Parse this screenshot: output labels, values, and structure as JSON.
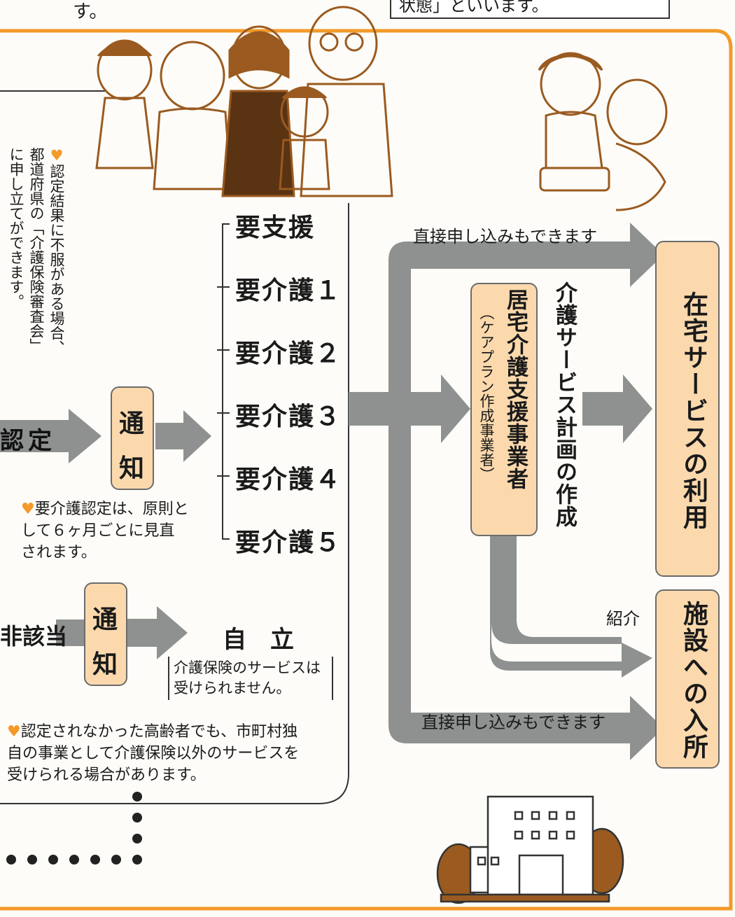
{
  "top_fragment": {
    "left_char": "す。",
    "right_text": "状態」といいます。"
  },
  "note_appeal": {
    "text": "認定結果に不服がある場合、都道府県の「介護保険審査会」に申し立てができます。"
  },
  "certification": {
    "label": "認定"
  },
  "notice_labels": [
    "通",
    "知"
  ],
  "care_levels": [
    "要支援",
    "要介護１",
    "要介護２",
    "要介護３",
    "要介護４",
    "要介護５"
  ],
  "note_review": {
    "text": "要介護認定は、原則として６ヶ月ごとに見直されます。"
  },
  "non_applicable": {
    "label": "非該当"
  },
  "independent": {
    "label": "自　立",
    "note": "介護保険のサービスは受けられません。"
  },
  "note_municipal": {
    "text": "認定されなかった高齢者でも、市町村独自の事業として介護保険以外のサービスを受けられる場合があります。"
  },
  "care_manager_box": {
    "title": "居宅介護支援事業者",
    "subtitle": "（ケアプラン作成事業者）"
  },
  "care_plan": {
    "label": "介護サービス計画の作成"
  },
  "direct_apply": {
    "top": "直接申し込みもできます",
    "bottom": "直接申し込みもできます"
  },
  "referral": {
    "label": "紹介"
  },
  "outcome_home": {
    "label": "在宅サービスの利用"
  },
  "outcome_facility": {
    "label": "施設への入所"
  },
  "colors": {
    "accent": "#f39a2a",
    "box_fill": "#fbd9ad",
    "arrow_gray": "#8e9190",
    "illustration_brown": "#9a5a20"
  }
}
